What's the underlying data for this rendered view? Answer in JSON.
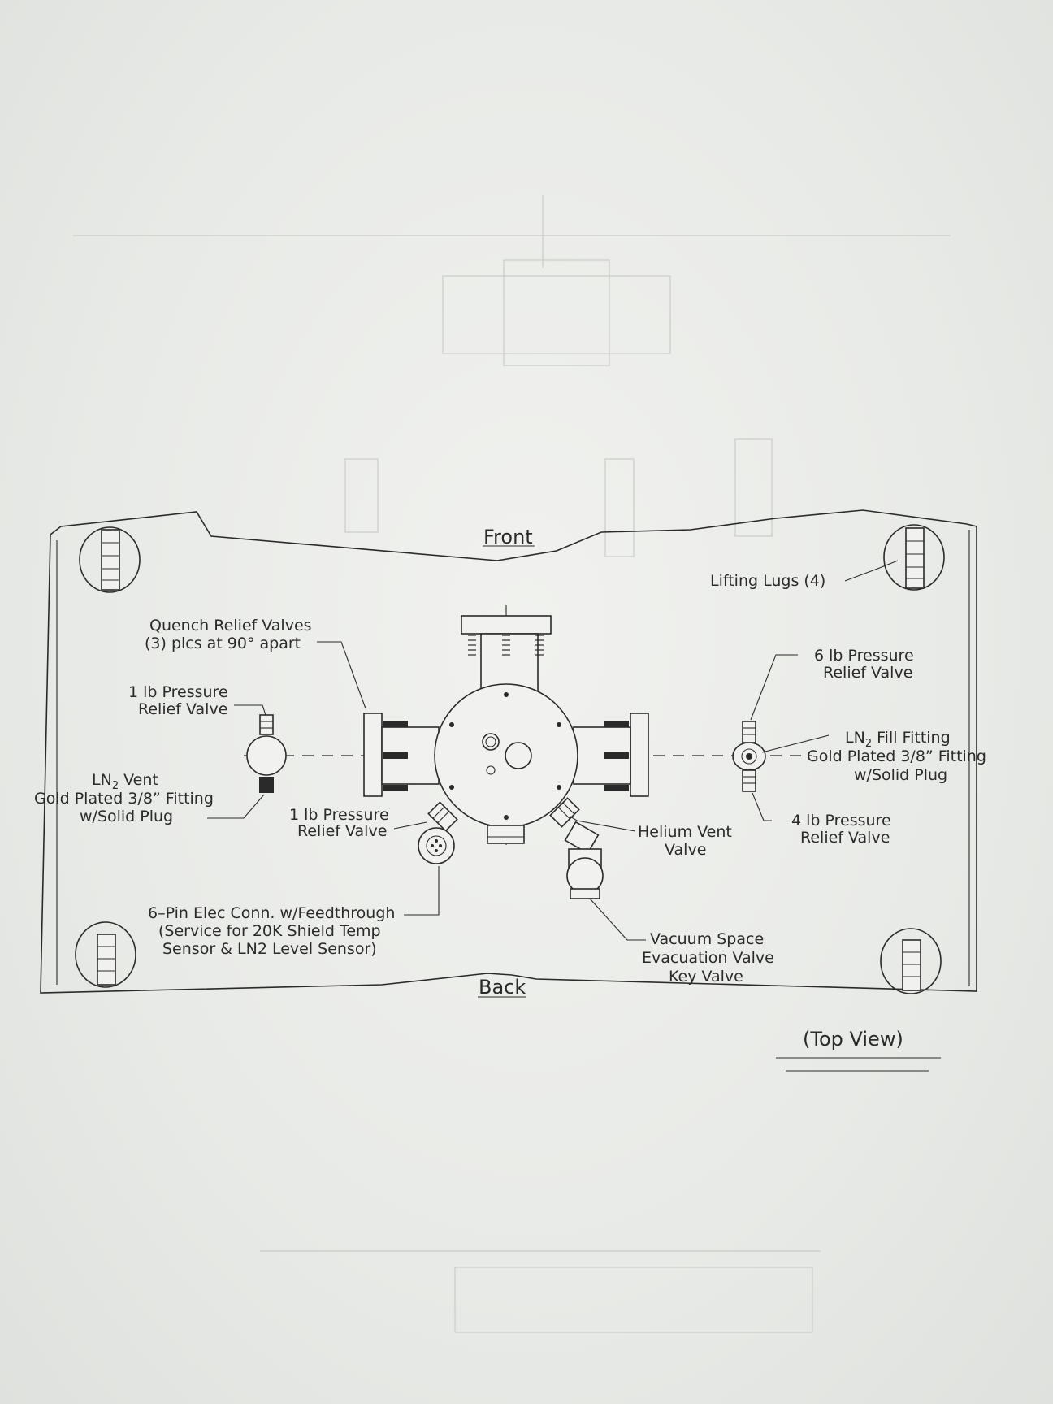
{
  "orientation": {
    "front": "Front",
    "back": "Back"
  },
  "view_title": "(Top View)",
  "callouts": {
    "lifting_lugs": "Lifting Lugs (4)",
    "quench_relief": [
      "Quench Relief Valves",
      "(3) plcs at 90° apart"
    ],
    "relief_1lb_left": [
      "1 lb Pressure",
      "Relief Valve"
    ],
    "ln2_vent_line1": "LN",
    "ln2_vent_sub": "2",
    "ln2_vent_line1_rest": " Vent",
    "ln2_vent_rest": [
      "Gold Plated 3/8” Fitting",
      "w/Solid Plug"
    ],
    "relief_1lb_center": [
      "1 lb Pressure",
      "Relief Valve"
    ],
    "elec_conn": [
      "6–Pin Elec Conn. w/Feedthrough",
      "(Service for 20K Shield Temp",
      "Sensor & LN2 Level Sensor)"
    ],
    "relief_6lb": [
      "6 lb Pressure",
      "Relief Valve"
    ],
    "ln2_fill_line1": "LN",
    "ln2_fill_sub": "2",
    "ln2_fill_line1_rest": " Fill Fitting",
    "ln2_fill_rest": [
      "Gold Plated 3/8” Fitting",
      "w/Solid Plug"
    ],
    "relief_4lb": [
      "4 lb Pressure",
      "Relief Valve"
    ],
    "helium_vent": [
      "Helium Vent",
      "Valve"
    ],
    "vacuum_valve": [
      "Vacuum Space",
      "Evacuation Valve",
      "Key Valve"
    ]
  }
}
